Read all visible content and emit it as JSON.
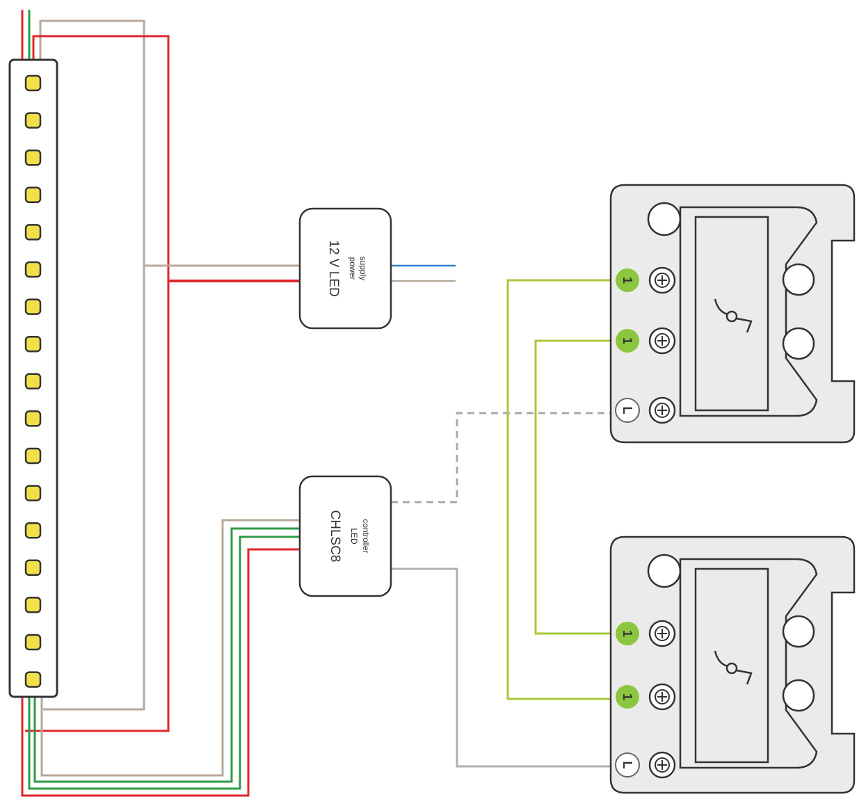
{
  "devices": {
    "power_supply": {
      "title": "12 V LED",
      "subtitle_line1": "power",
      "subtitle_line2": "supply"
    },
    "controller": {
      "title": "CHLSC8",
      "subtitle_line1": "LED",
      "subtitle_line2": "controller"
    }
  },
  "switches": {
    "top": {
      "terminals": [
        {
          "label": "1",
          "style": "green"
        },
        {
          "label": "1",
          "style": "green"
        },
        {
          "label": "L",
          "style": "neutral"
        }
      ]
    },
    "bottom": {
      "terminals": [
        {
          "label": "1",
          "style": "green"
        },
        {
          "label": "1",
          "style": "green"
        },
        {
          "label": "L",
          "style": "neutral"
        }
      ]
    }
  },
  "led_strip": {
    "led_count": 17
  },
  "colors": {
    "wire_red": "#e0262b",
    "wire_green": "#2e9a47",
    "wire_brown": "#b8a89a",
    "wire_blue": "#2b7fd0",
    "wire_lime": "#a8c83a",
    "wire_gray": "#b0b0b0",
    "led_yellow": "#f2e04a",
    "terminal_green": "#8cc63f"
  }
}
